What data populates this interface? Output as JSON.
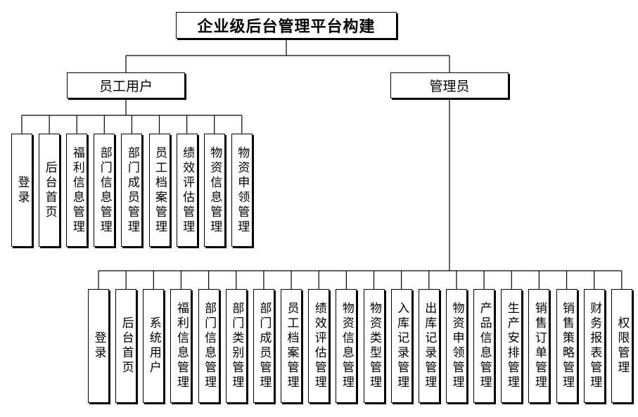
{
  "root": {
    "label": "企业级后台管理平台构建"
  },
  "branches": [
    {
      "label": "员工用户",
      "children": [
        "登录",
        "后台首页",
        "福利信息管理",
        "部门信息管理",
        "部门成员管理",
        "员工档案管理",
        "绩效评估管理",
        "物资信息管理",
        "物资申领管理"
      ]
    },
    {
      "label": "管理员",
      "children": [
        "登录",
        "后台首页",
        "系统用户",
        "福利信息管理",
        "部门信息管理",
        "部门类别管理",
        "部门成员管理",
        "员工档案管理",
        "绩效评估管理",
        "物资信息管理",
        "物资类型管理",
        "入库记录管理",
        "出库记录管理",
        "物资申领管理",
        "产品信息管理",
        "生产安排管理",
        "销售订单管理",
        "销售策略管理",
        "财务报表管理",
        "权限管理"
      ]
    }
  ]
}
